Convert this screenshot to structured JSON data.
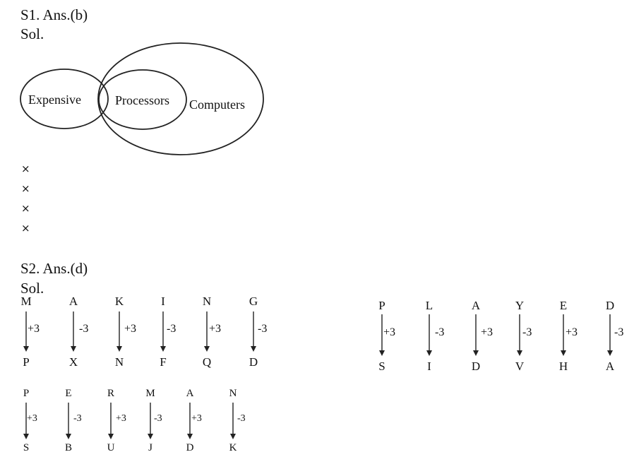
{
  "s1": {
    "heading": "S1. Ans.(b)",
    "sol": "Sol.",
    "venn": {
      "set_a": "Expensive",
      "set_b": "Processors",
      "set_c": "Computers"
    },
    "marks": [
      "×",
      "×",
      "×",
      "×"
    ]
  },
  "s2": {
    "heading": "S2. Ans.(d)",
    "sol": "Sol.",
    "row1": [
      {
        "top": "M",
        "op": "+3",
        "bottom": "P"
      },
      {
        "top": "A",
        "op": "-3",
        "bottom": "X"
      },
      {
        "top": "K",
        "op": "+3",
        "bottom": "N"
      },
      {
        "top": "I",
        "op": "-3",
        "bottom": "F"
      },
      {
        "top": "N",
        "op": "+3",
        "bottom": "Q"
      },
      {
        "top": "G",
        "op": "-3",
        "bottom": "D"
      }
    ],
    "row2": [
      {
        "top": "P",
        "op": "+3",
        "bottom": "S"
      },
      {
        "top": "L",
        "op": "-3",
        "bottom": "I"
      },
      {
        "top": "A",
        "op": "+3",
        "bottom": "D"
      },
      {
        "top": "Y",
        "op": "-3",
        "bottom": "V"
      },
      {
        "top": "E",
        "op": "+3",
        "bottom": "H"
      },
      {
        "top": "D",
        "op": "-3",
        "bottom": "A"
      }
    ],
    "row3": [
      {
        "top": "P",
        "op": "+3",
        "bottom": "S"
      },
      {
        "top": "E",
        "op": "-3",
        "bottom": "B"
      },
      {
        "top": "R",
        "op": "+3",
        "bottom": "U"
      },
      {
        "top": "M",
        "op": "-3",
        "bottom": "J"
      },
      {
        "top": "A",
        "op": "+3",
        "bottom": "D"
      },
      {
        "top": "N",
        "op": "-3",
        "bottom": "K"
      }
    ]
  }
}
